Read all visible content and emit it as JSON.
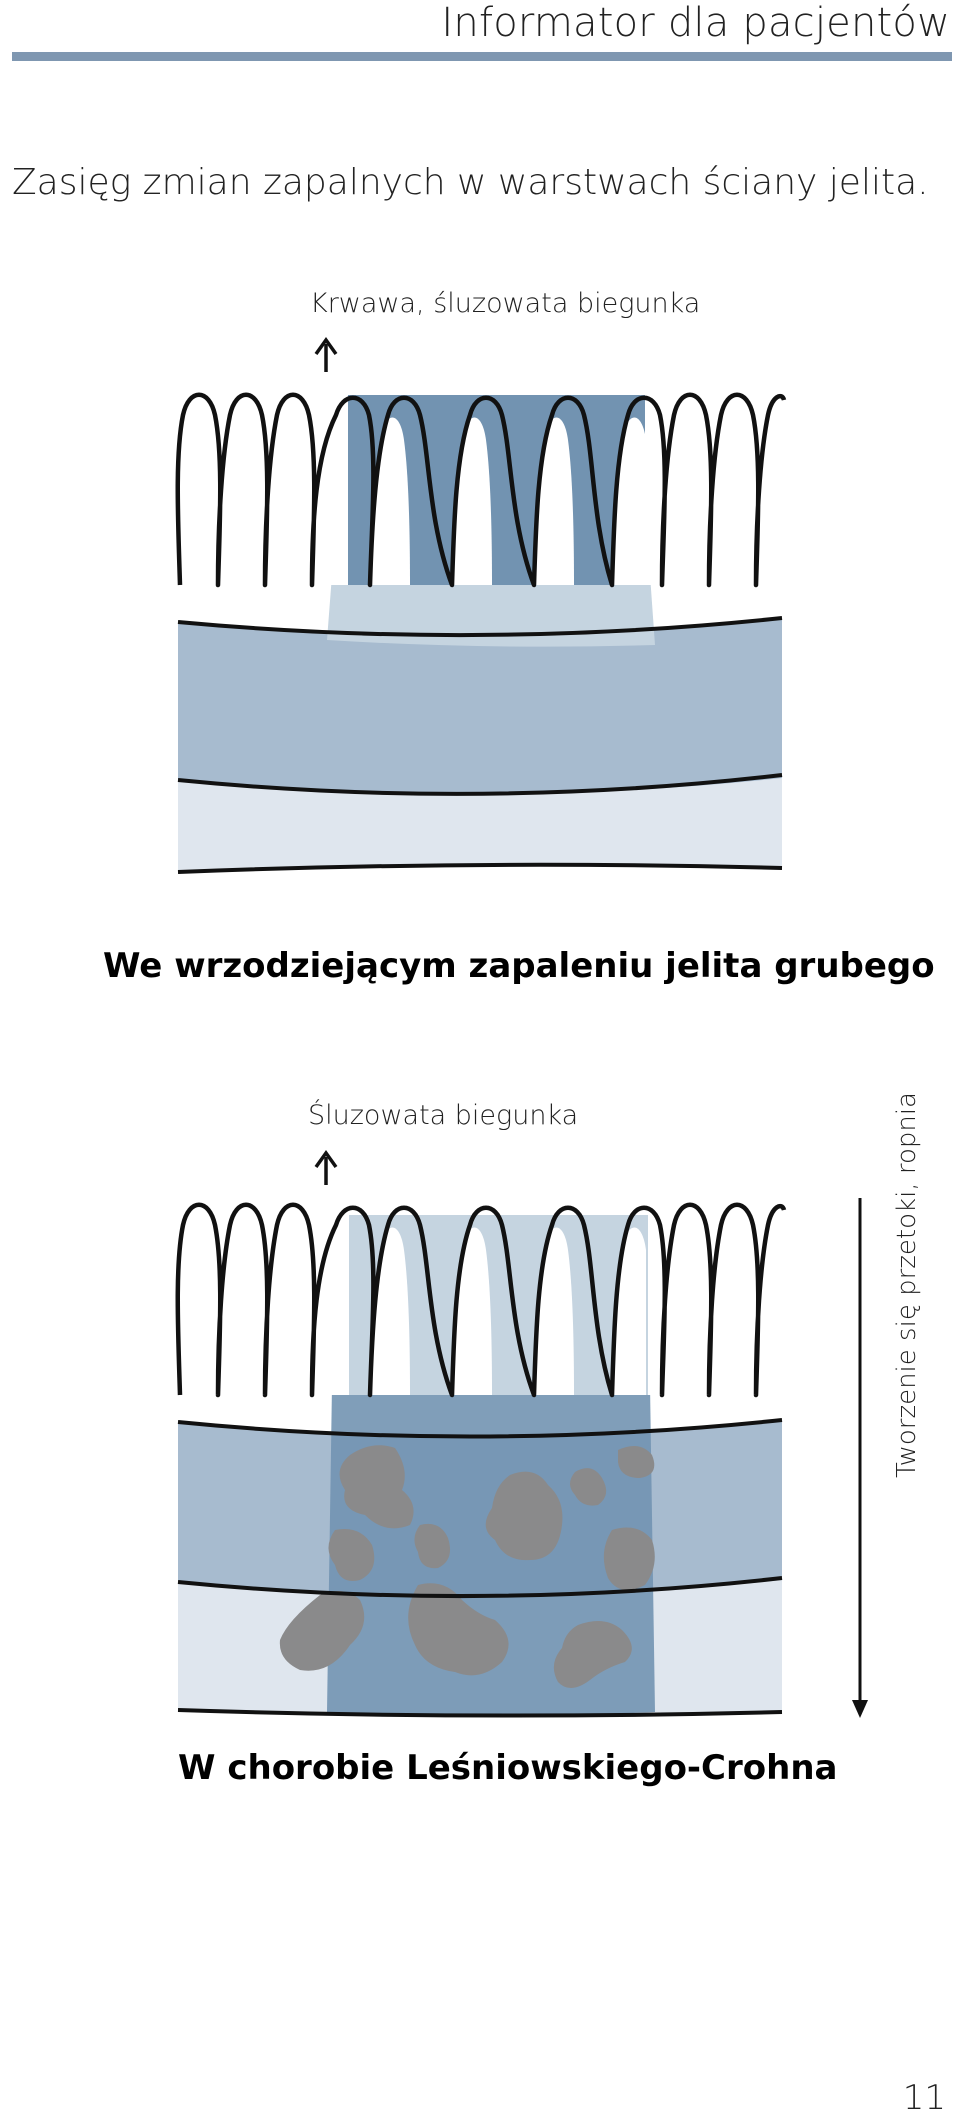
{
  "header": {
    "title": "Informator dla pacjentów"
  },
  "section": {
    "title": "Zasięg zmian zapalnych w warstwach ściany jelita."
  },
  "figure_uc": {
    "label": "Krwawa, śluzowata biegunka",
    "caption": "We wrzodziejącym zapaleniu jelita grubego"
  },
  "figure_crohn": {
    "label": "Śluzowata biegunka",
    "caption": "W chorobie Leśniowskiego-Crohna",
    "side_label": "Tworzenie się przetoki, ropnia"
  },
  "page": {
    "number": "11"
  },
  "colors": {
    "accent_rule": "#7f97b1",
    "dark_blue": "#7293b1",
    "mid_blue": "#a7bbcf",
    "light_blue": "#c5d4e0",
    "pale_blue": "#dfe6ee",
    "granuloma_gray": "#8a8a8b"
  },
  "icons": [
    "arrow-up-icon",
    "arrow-down-icon"
  ]
}
